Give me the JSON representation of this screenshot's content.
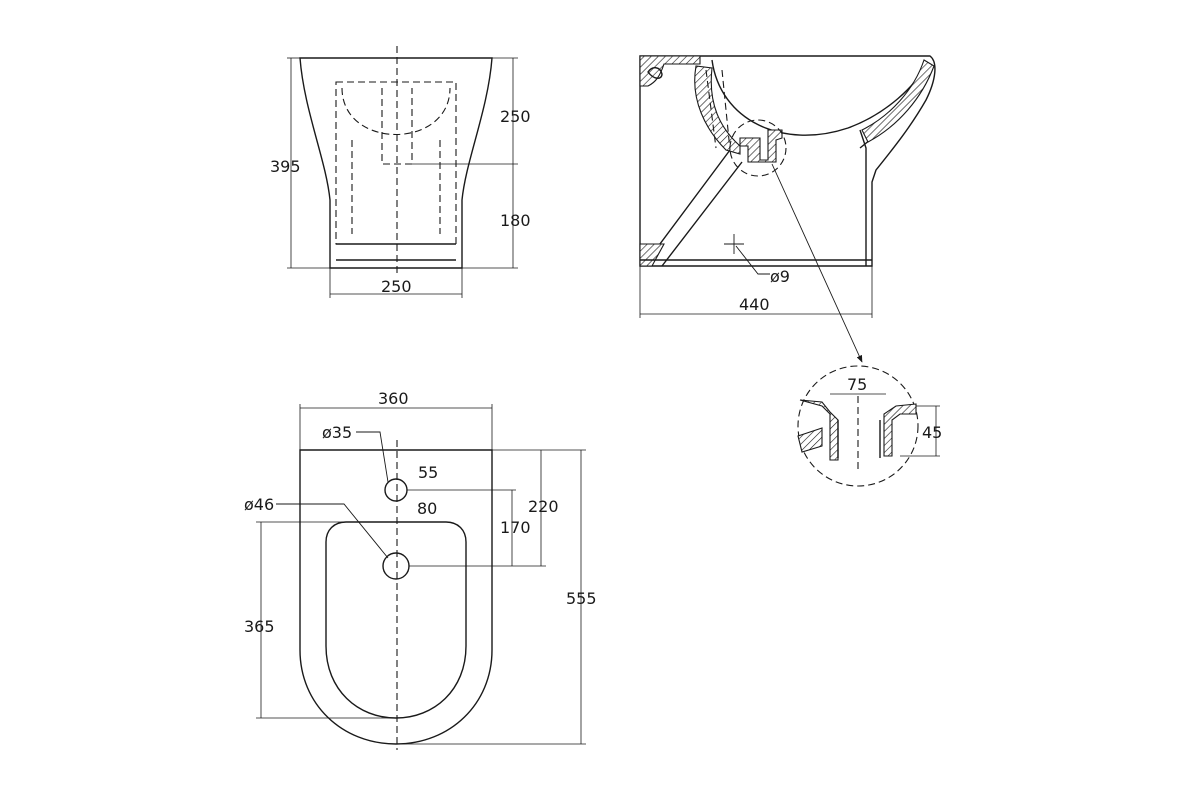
{
  "front_view": {
    "height_total": "395",
    "height_upper": "250",
    "height_lower": "180",
    "width_base": "250"
  },
  "side_view": {
    "depth": "440",
    "fixing_hole": "ø9"
  },
  "detail_view": {
    "outlet_width": "75",
    "outlet_height": "45"
  },
  "top_view": {
    "width": "360",
    "tap_hole": "ø35",
    "tap_offset": "55",
    "drain_hole": "ø46",
    "drain_offset": "80",
    "tap_to_drain": "170",
    "edge_to_drain": "220",
    "bowl_length": "365",
    "overall_length": "555"
  }
}
